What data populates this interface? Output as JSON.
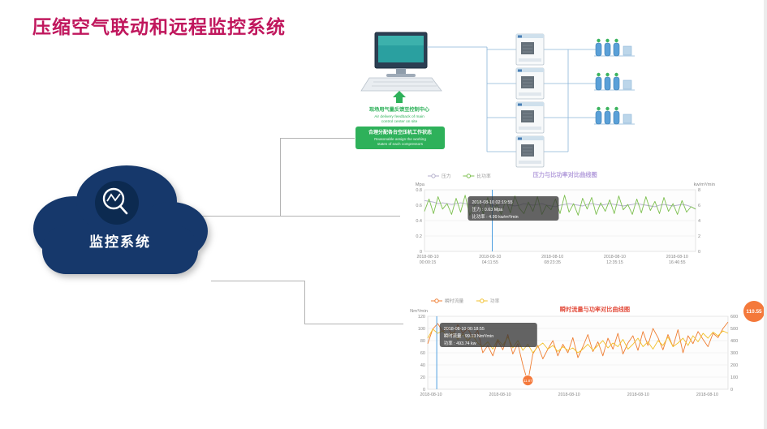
{
  "title": "压缩空气联动和远程监控系统",
  "colors": {
    "title_accent": "#c0175d",
    "cloud_navy": "#16386b",
    "cloud_dark_navy": "#0c2a50",
    "green_accent": "#2eb15a",
    "diagram_line_blue": "#8ab4d8",
    "pressure_line": "#b3aecb",
    "specific_power_line": "#7cbf4e",
    "flow_line": "#ef7d31",
    "power_line": "#f2c12e",
    "cursor_blue": "#4e9fe0",
    "badge_orange": "#f4793b"
  },
  "cloud": {
    "label": "监控系统"
  },
  "diagram": {
    "feedback_cn": "现场用气量反馈至控制中心",
    "feedback_en1": "Air delivery feedback of main",
    "feedback_en2": "control center on site",
    "assign_cn": "合理分配各台空压机工作状态",
    "assign_en1": "Reasonable assign the working",
    "assign_en2": "states of each compressors"
  },
  "chart_data": [
    {
      "type": "line",
      "title": "压力与比功率对比曲线图",
      "title_color": "#b39ddb",
      "title_x_frac": 0.4,
      "title_y": 12,
      "legend": [
        {
          "label": "压力",
          "color": "#b3aecb"
        },
        {
          "label": "比功率",
          "color": "#7cbf4e"
        }
      ],
      "left_axis": {
        "label": "Mpa",
        "min": 0,
        "max": 0.8,
        "ticks": [
          0,
          0.2,
          0.4,
          0.6,
          0.8
        ]
      },
      "right_axis": {
        "label": "kw/m³/min",
        "min": 0,
        "max": 8,
        "ticks": [
          0,
          2,
          4,
          6,
          8
        ]
      },
      "x_labels": [
        [
          "2018-08-10",
          "00:00:15"
        ],
        [
          "2018-08-10",
          "04:11:55"
        ],
        [
          "2018-08-10",
          "08:23:35"
        ],
        [
          "2018-08-10",
          "12:35:15"
        ],
        [
          "2018-08-10",
          "16:46:55"
        ]
      ],
      "series": [
        {
          "name": "压力",
          "axis": "left",
          "color": "#b3aecb",
          "values": [
            0.66,
            0.65,
            0.64,
            0.62,
            0.63,
            0.62,
            0.61,
            0.62,
            0.63,
            0.62,
            0.61,
            0.6,
            0.62,
            0.63,
            0.61,
            0.6,
            0.59,
            0.61,
            0.62,
            0.6,
            0.59,
            0.6,
            0.62,
            0.61,
            0.6,
            0.61,
            0.62,
            0.6,
            0.59,
            0.58,
            0.6,
            0.61,
            0.62,
            0.61,
            0.6,
            0.59,
            0.61,
            0.62,
            0.61,
            0.6,
            0.61,
            0.62,
            0.61,
            0.6,
            0.59,
            0.6,
            0.61,
            0.62,
            0.61,
            0.6,
            0.59,
            0.58,
            0.6,
            0.61,
            0.6,
            0.59,
            0.6,
            0.61,
            0.6,
            0.58,
            0.55
          ]
        },
        {
          "name": "比功率",
          "axis": "right",
          "color": "#7cbf4e",
          "values": [
            5.2,
            6.8,
            4.9,
            7.1,
            5.5,
            6.2,
            4.8,
            6.9,
            5.1,
            7.3,
            4.7,
            5.9,
            6.6,
            4.9,
            7.0,
            5.3,
            6.1,
            4.8,
            6.7,
            5.0,
            7.2,
            5.6,
            4.9,
            6.4,
            5.2,
            7.1,
            4.8,
            6.0,
            5.4,
            6.8,
            4.9,
            7.3,
            5.1,
            6.2,
            4.7,
            6.9,
            5.5,
            7.0,
            4.8,
            6.3,
            5.2,
            6.7,
            4.9,
            7.2,
            5.4,
            6.1,
            4.8,
            6.8,
            5.0,
            7.1,
            5.3,
            6.5,
            4.9,
            7.0,
            5.2,
            6.2,
            4.8,
            6.6,
            5.1,
            5.8,
            5.5
          ]
        }
      ],
      "tooltip": {
        "x_frac": 0.16,
        "w": 112,
        "lines": [
          "2018-08-10 02:19:55",
          "压力 : 0.63 Mpa",
          "比功率 : 4.99 kw/m³/min"
        ]
      },
      "cursor_x_frac": 0.25
    },
    {
      "type": "line",
      "title": "瞬时流量与功率对比曲线图",
      "title_color": "#e34f3f",
      "title_x_frac": 0.44,
      "title_y": 24,
      "legend": [
        {
          "label": "瞬时流量",
          "color": "#ef7d31"
        },
        {
          "label": "功率",
          "color": "#f2c12e"
        }
      ],
      "left_axis": {
        "label": "Nm³/min",
        "min": 0,
        "max": 120,
        "ticks": [
          0,
          20,
          40,
          60,
          80,
          100,
          120
        ]
      },
      "right_axis": {
        "label": "",
        "min": 0,
        "max": 600,
        "ticks": [
          0,
          100,
          200,
          300,
          400,
          500,
          600
        ]
      },
      "x_labels": [
        [
          "2018-08-10"
        ],
        [
          "2018-08-10"
        ],
        [
          "2018-08-10"
        ],
        [
          "2018-08-10"
        ],
        [
          "2018-08-10"
        ]
      ],
      "series": [
        {
          "name": "瞬时流量",
          "axis": "left",
          "color": "#ef7d31",
          "values": [
            75,
            99.13,
            108,
            95,
            102,
            88,
            106,
            92,
            100,
            85,
            97,
            60,
            72,
            55,
            80,
            65,
            90,
            58,
            75,
            40,
            11.87,
            58,
            72,
            50,
            66,
            80,
            55,
            74,
            60,
            85,
            52,
            70,
            90,
            62,
            78,
            55,
            84,
            66,
            92,
            58,
            76,
            88,
            64,
            95,
            72,
            100,
            85,
            65,
            90,
            70,
            98,
            60,
            88,
            75,
            95,
            82,
            70,
            92,
            85,
            100,
            110.55
          ]
        },
        {
          "name": "功率",
          "axis": "right",
          "color": "#f2c12e",
          "values": [
            420,
            493.74,
            460,
            480,
            430,
            470,
            410,
            455,
            400,
            440,
            380,
            350,
            390,
            330,
            410,
            360,
            430,
            340,
            400,
            320,
            370,
            300,
            350,
            380,
            330,
            360,
            310,
            350,
            320,
            340,
            300,
            330,
            370,
            320,
            360,
            400,
            340,
            380,
            350,
            410,
            330,
            370,
            420,
            350,
            390,
            330,
            400,
            360,
            430,
            350,
            380,
            420,
            360,
            440,
            390,
            460,
            420,
            470,
            440,
            480,
            460
          ]
        }
      ],
      "tooltip": {
        "x_frac": 0.04,
        "w": 120,
        "lines": [
          "2018-08-10 00:18:55",
          "瞬时流量 : 99.13 Nm³/min",
          "功率 : 493.74 kw"
        ]
      },
      "cursor_x_frac": 0.03,
      "point_label": {
        "index": 20,
        "value": 11.87,
        "text": "11.87"
      },
      "end_badge": {
        "text": "110.55"
      }
    }
  ]
}
